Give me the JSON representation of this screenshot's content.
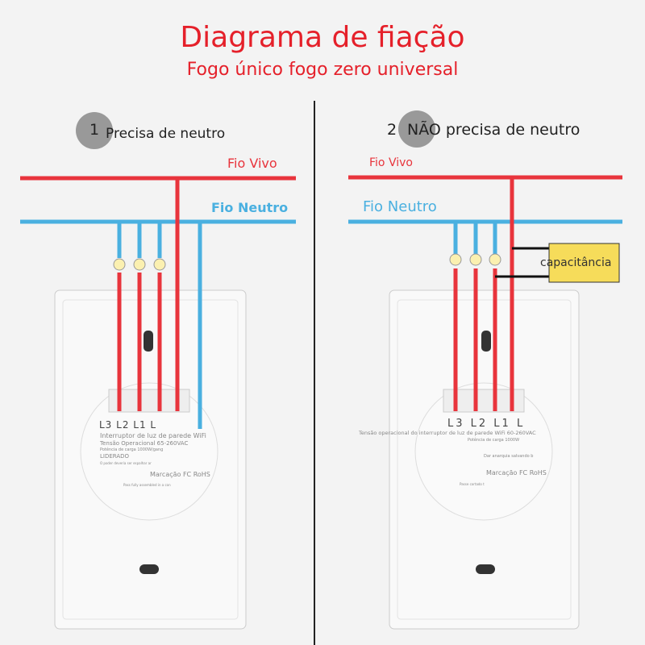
{
  "title": "Diagrama de fiação",
  "subtitle": "Fogo único fogo zero universal",
  "colors": {
    "live": "#e8343c",
    "neutral": "#4ab0e0",
    "title": "#e5202a"
  },
  "left": {
    "number": "1",
    "heading": "Precisa de neutro",
    "live_label": "Fio Vivo",
    "neutral_label": "Fio Neutro",
    "terminals": "L3 L2 L1 L",
    "lines": [
      "Interruptor de luz de parede WiFi",
      "Tensão Operacional 65-260VAC",
      "Potência de carga 1000W/gang",
      "LIDERADO",
      "O poder deveria ser espalhar ar",
      "Marcação FC RoHS",
      "Pass fully assembled in a con"
    ]
  },
  "right": {
    "number": "2",
    "heading": "NÃO precisa de neutro",
    "live_label": "Fio Vivo",
    "neutral_label": "Fio Neutro",
    "capacitor_label": "capacitância",
    "terminals": "L3 L2 L1 L",
    "lines": [
      "Tensão operacional do interruptor de luz de parede WiFi 60-260VAC",
      "Potência de carga 1000W",
      "Dar anarquia salvando b",
      "Marcação FC RoHS",
      "Passe cortado t"
    ]
  }
}
